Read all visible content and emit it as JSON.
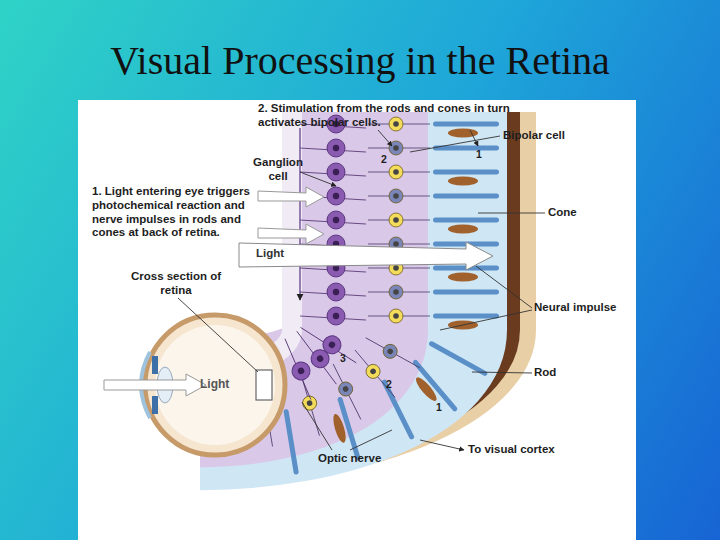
{
  "diagram": {
    "title": "Visual Processing in the Retina",
    "nodes": [
      {
        "text": [
          "Light"
        ]
      }
    ],
    "labels": [
      "2. Stimulation from the rods and cones in turn activates bipolar cells.",
      "Bipolar cell",
      "2",
      "1",
      "Ganglion cell",
      "1. Light entering eye triggers photochemical reaction and nerve impulses in rods and cones at back of retina.",
      "Cone",
      "Cross section of retina",
      "Neural impulse",
      "3",
      "Light",
      "Rod",
      "2",
      "1",
      "Optic nerve",
      "To visual cortex"
    ]
  }
}
